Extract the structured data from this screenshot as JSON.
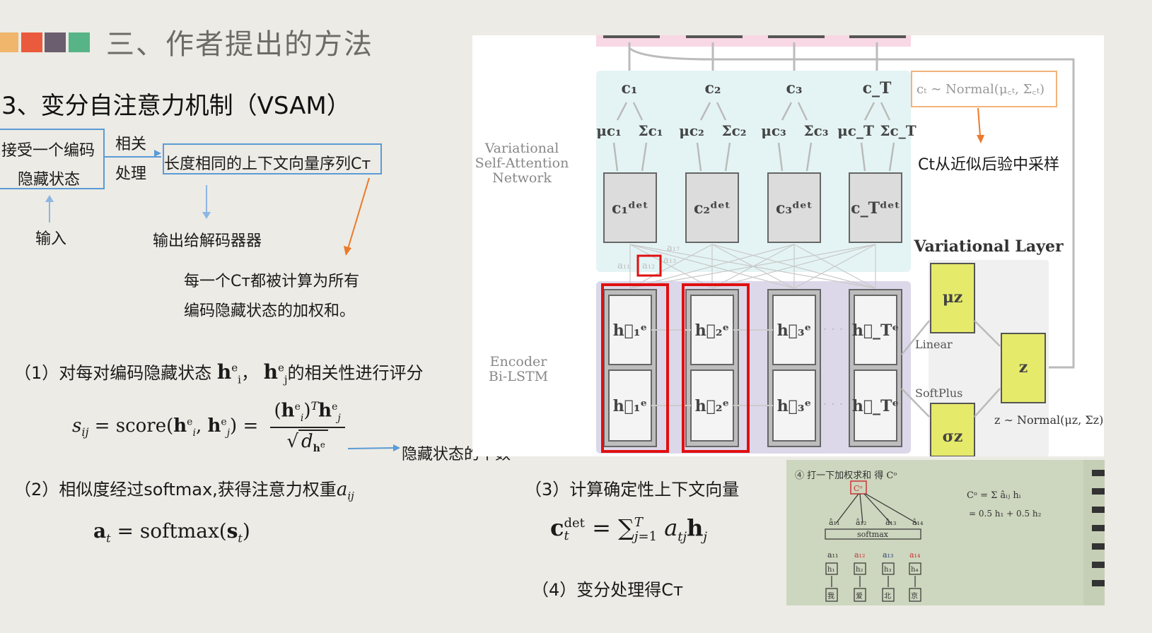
{
  "colors": {
    "sq1": "#f0b66b",
    "sq2": "#ea5a3c",
    "sq3": "#6b5e6e",
    "sq4": "#57b487",
    "box_border": "#5b9bd5",
    "arrow_orange": "#ec7a2a",
    "highlight_red": "#e01010",
    "sa_bg": "#e4f4f4",
    "enc_bg": "#dcd8ea",
    "top_bar": "#f8d8e4",
    "var_fill": "#e6ea6a"
  },
  "title": "三、作者提出的方法",
  "subtitle": "3、变分自注意力机制（VSAM）",
  "flow": {
    "input_box_l1": "接受一个编码",
    "input_box_l2": "隐藏状态",
    "relate_l1": "相关",
    "relate_l2": "处理",
    "output_box": "长度相同的上下文向量序列Cт",
    "input_label": "输入",
    "output_label": "输出给解码器器",
    "note_l1": "每一个Cт都被计算为所有",
    "note_l2": "编码隐藏状态的加权和。"
  },
  "steps": {
    "s1_label": "（1）对每对编码隐藏状态",
    "s1_mid": "，",
    "s1_suffix": "的相关性进行评分",
    "formula1_lhs": "s",
    "formula1_score": " = score(",
    "formula1_comma": ", ",
    "formula1_close": ") =",
    "hidden_count_label": "隐藏状态的个数",
    "s2_label": "（2）相似度经过softmax,获得注意力权重",
    "formula2_a": "a",
    "formula2_mid": " = softmax(",
    "formula2_s": "s",
    "formula2_close": ")",
    "s3_label": "（3）计算确定性上下文向量",
    "formula3_c": "c",
    "formula3_eq": " = ",
    "formula3_sum": "∑",
    "formula3_a": " a",
    "formula3_h": "h",
    "s4_label": "（4）变分处理得Cт"
  },
  "diagram": {
    "label_sa_l1": "Variational",
    "label_sa_l2": "Self-Attention",
    "label_sa_l3": "Network",
    "label_enc_l1": "Encoder",
    "label_enc_l2": "Bi-LSTM",
    "sample_formula": "cₜ ∼ Normal(μ꜀ₜ, Σ꜀ₜ)",
    "sample_label": "Ct从近似后验中采样",
    "var_layer_title": "Variational Layer",
    "mu_z": "μz",
    "sigma_z": "σz",
    "z": "z",
    "linear": "Linear",
    "softplus": "SoftPlus",
    "z_formula": "z ∼ Normal(μz, Σz)",
    "a11": "a₁₁",
    "a12": "a₁₂",
    "a13": "a₁₃",
    "a17": "a₁₇",
    "dots": "· · ·",
    "c_labels": [
      "c₁",
      "c₂",
      "c₃",
      "c_T"
    ],
    "mu_labels": [
      "μc₁",
      "μc₂",
      "μc₃",
      "μc_T"
    ],
    "sigma_labels": [
      "Σc₁",
      "Σc₂",
      "Σc₃",
      "Σc_T"
    ],
    "cdet_labels": [
      "c₁ᵈᵉᵗ",
      "c₂ᵈᵉᵗ",
      "c₃ᵈᵉᵗ",
      "c_Tᵈᵉᵗ"
    ],
    "hf_labels": [
      "h⃗₁ᵉ",
      "h⃗₂ᵉ",
      "h⃗₃ᵉ",
      "h⃗_Tᵉ"
    ],
    "hb_labels": [
      "h⃖₁ᵉ",
      "h⃖₂ᵉ",
      "h⃖₃ᵉ",
      "h⃖_Tᵉ"
    ]
  },
  "notebook": {
    "title": "④ 打一下加权求和 得 Cᵒ",
    "boxed_c": "Cᵒ",
    "formula": "Cᵒ = Σ âᵢⱼ hᵢ",
    "formula2": "= 0.5 h₁ + 0.5 h₂",
    "softmax": "softmax",
    "a_hat_labels": [
      "â₁₁",
      "â₁₂",
      "â₁₃",
      "â₁₄"
    ],
    "a_labels": [
      "a₁₁",
      "a₁₂",
      "a₁₃",
      "a₁₄"
    ],
    "h_labels": [
      "h₁",
      "h₂",
      "h₃",
      "h₄"
    ],
    "w_labels": [
      "我",
      "爱",
      "北",
      "京"
    ]
  }
}
